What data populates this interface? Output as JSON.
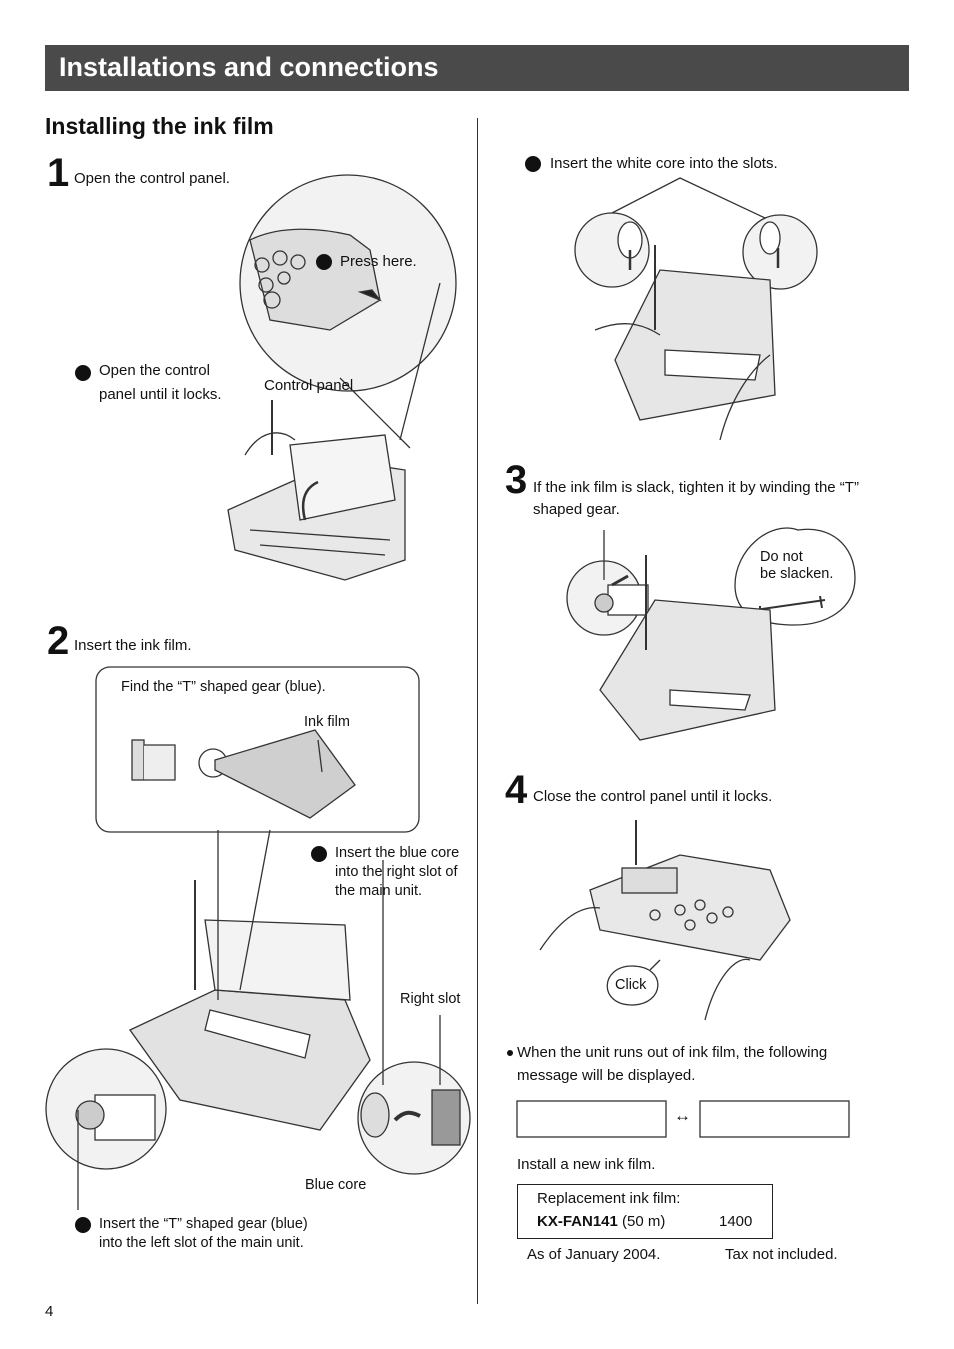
{
  "header": {
    "title": "Installations and connections"
  },
  "section": {
    "title": "Installing the ink film"
  },
  "steps": [
    {
      "number": "1",
      "text": "Open the control panel.",
      "bullets": [
        "Press here.",
        "Open the control",
        "panel until it locks."
      ],
      "label": "Control panel"
    },
    {
      "number": "2",
      "text": "Insert the ink film.",
      "inset_title": "Find the “T” shaped gear (blue).",
      "ink_film_label": "Ink film",
      "blue_core_bullet": [
        "Insert the blue core",
        "into the right slot of",
        "the main unit."
      ],
      "right_slot_label": "Right slot",
      "blue_core_label": "Blue core",
      "t_gear_bullet": [
        "Insert the “T” shaped gear (blue)",
        "into the left slot of the main unit."
      ]
    },
    {
      "number": "3",
      "text": [
        "If the ink film is slack, tighten it by winding the “T”",
        "shaped gear."
      ],
      "callout": [
        "Do not",
        "be slacken."
      ]
    },
    {
      "number": "4",
      "text": "Close the control panel until it locks.",
      "click_label": "Click"
    }
  ],
  "white_core_bullet": "Insert the white core into the slots.",
  "note": {
    "lines": [
      "When the unit runs out of ink film, the following",
      "message will be displayed."
    ],
    "display_left": "",
    "display_right": "",
    "arrow": "↔",
    "install_text": "Install a new ink film."
  },
  "replacement": {
    "title": "Replacement ink film:",
    "model": "KX-FAN141",
    "length": " (50 m)",
    "price": "1400",
    "as_of": "As of January 2004.",
    "tax": "Tax not included."
  },
  "page_number": "4"
}
